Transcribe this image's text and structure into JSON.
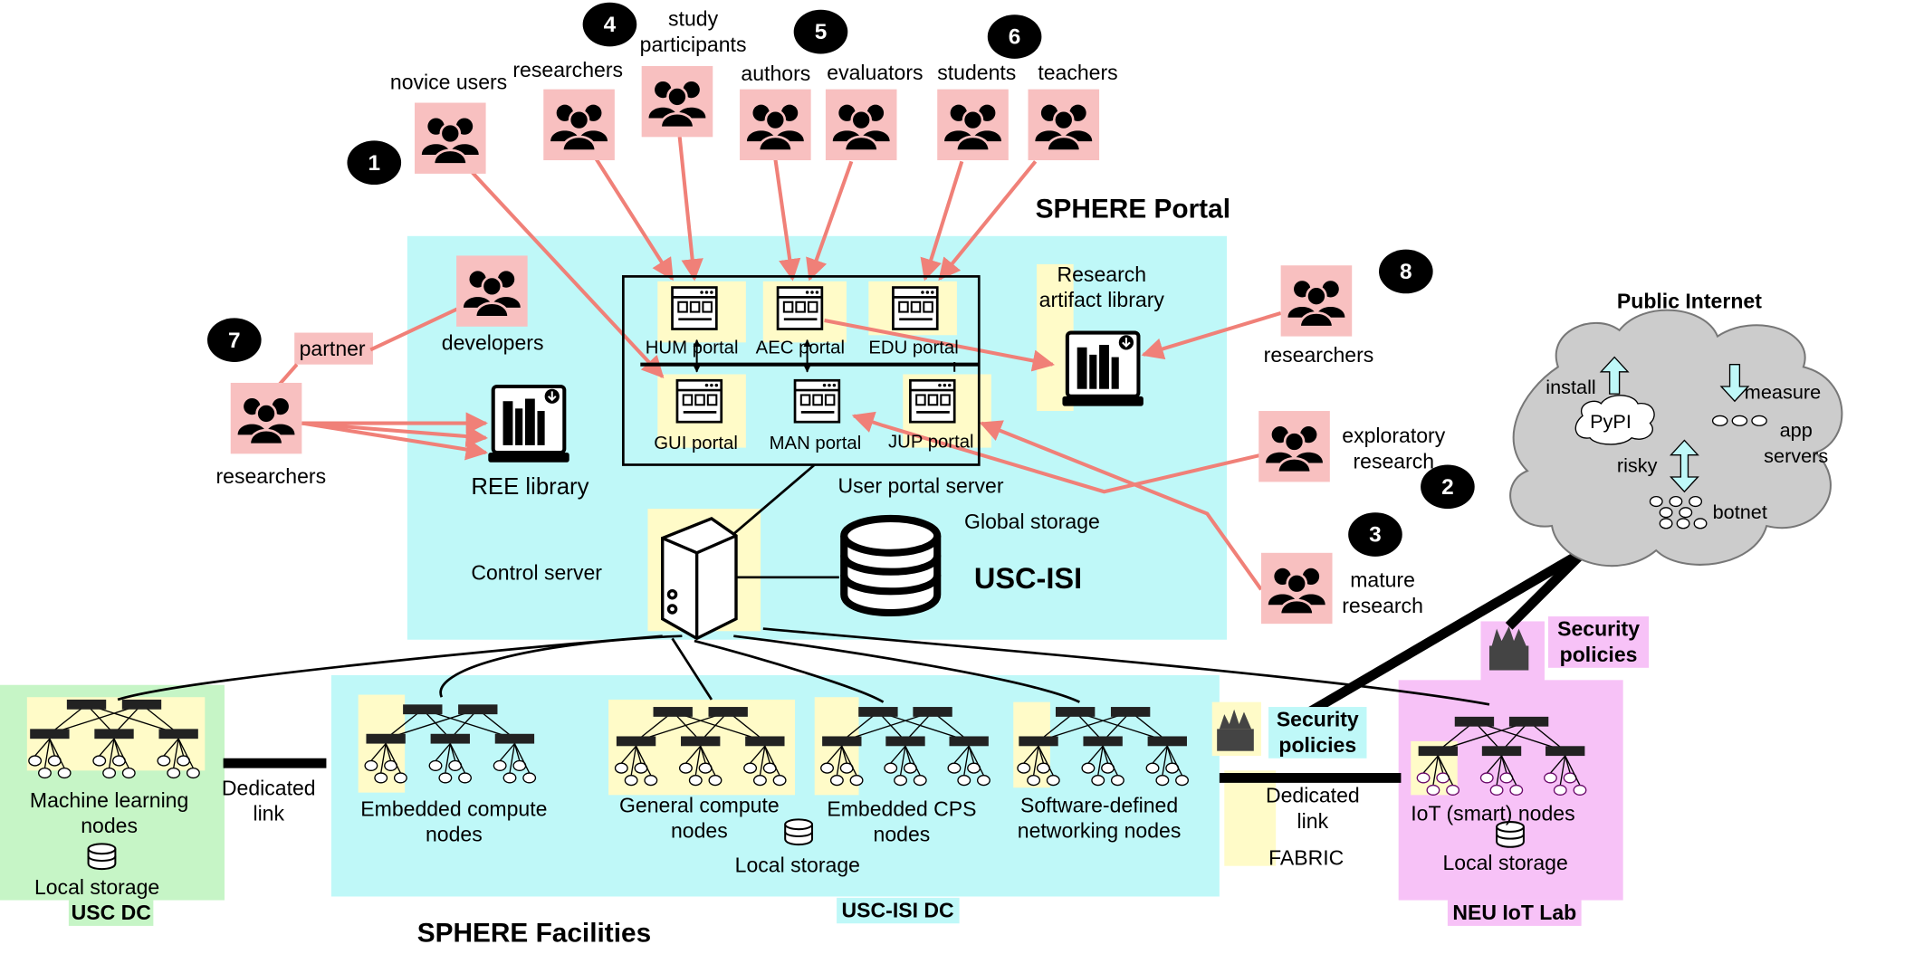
{
  "title_portal": "SPHERE Portal",
  "title_facilities": "SPHERE Facilities",
  "public_internet": {
    "title": "Public Internet",
    "install": "install",
    "pypi": "PyPI",
    "measure": "measure",
    "app_servers": "app servers",
    "risky": "risky",
    "botnet": "botnet"
  },
  "markers": [
    "1",
    "2",
    "3",
    "4",
    "5",
    "6",
    "7",
    "8"
  ],
  "user_groups": {
    "novice_users": "novice users",
    "researchers_4": "researchers",
    "study_participants": "study participants",
    "authors": "authors",
    "evaluators": "evaluators",
    "students": "students",
    "teachers": "teachers",
    "researchers_8": "researchers",
    "exploratory": "exploratory research",
    "mature": "mature research",
    "developers": "developers",
    "partner": "partner",
    "researchers_7": "researchers"
  },
  "portals": {
    "hum": "HUM portal",
    "aec": "AEC portal",
    "edu": "EDU portal",
    "gui": "GUI portal",
    "man": "MAN portal",
    "jup": "JUP portal",
    "server": "User portal server"
  },
  "libraries": {
    "artifact": "Research artifact library",
    "ree": "REE library"
  },
  "infrastructure": {
    "control_server": "Control server",
    "global_storage": "Global storage",
    "usc_isi": "USC-ISI"
  },
  "facilities": {
    "ml_nodes": "Machine learning nodes",
    "local_storage_usc": "Local storage",
    "usc_dc": "USC DC",
    "dedicated_link_1": "Dedicated link",
    "embedded_compute": "Embedded compute nodes",
    "general_compute": "General compute nodes",
    "embedded_cps": "Embedded CPS nodes",
    "sdn": "Software-defined networking nodes",
    "local_storage_isi": "Local storage",
    "usc_isi_dc": "USC-ISI DC",
    "security_policies_1": "Security policies",
    "dedicated_link_2": "Dedicated link",
    "fabric": "FABRIC",
    "iot_nodes": "IoT (smart) nodes",
    "local_storage_neu": "Local storage",
    "neu_lab": "NEU IoT Lab",
    "security_policies_2": "Security policies"
  },
  "colors": {
    "cyan": "#bff8f8",
    "pink": "#f8c0c0",
    "yellow": "#fffbc8",
    "green": "#c6f5c6",
    "magenta": "#f7c2f7",
    "arrow": "#f08078",
    "cloud": "#cccccc"
  }
}
